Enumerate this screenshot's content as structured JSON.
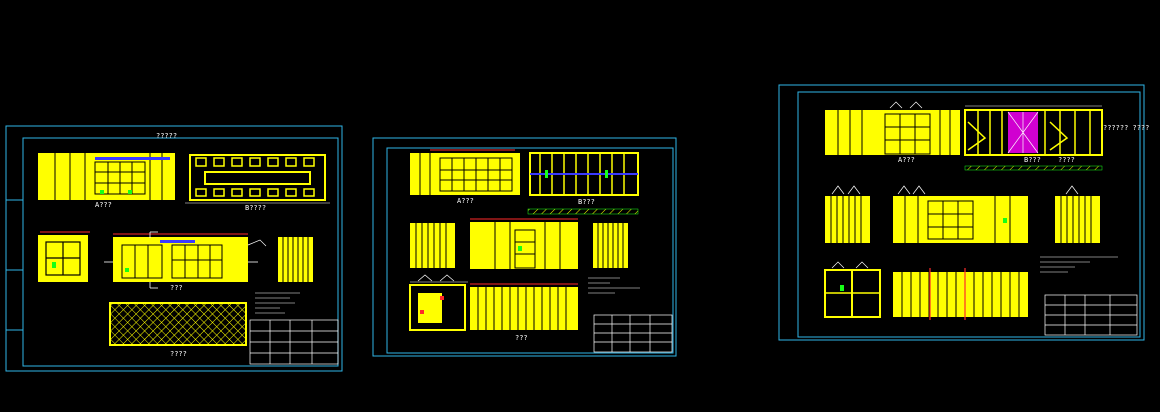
{
  "colors": {
    "background": "#000000",
    "frame": "#2fb6e8",
    "container": "#ffff00",
    "door_blue": "#3a3aff",
    "dimension_red": "#ff2a2a",
    "green": "#16ff16",
    "magenta": "#d000d0",
    "white": "#ffffff"
  },
  "sheets": [
    {
      "id": "sheet-1",
      "labels": {
        "top_note": "?????",
        "view_a": "A???",
        "view_b": "B????",
        "view_section": "???",
        "view_floor": "????"
      }
    },
    {
      "id": "sheet-2",
      "labels": {
        "view_a": "A???",
        "view_b": "B???",
        "view_section": "???"
      }
    },
    {
      "id": "sheet-3",
      "labels": {
        "top_note": "?????? ????",
        "view_a": "A???",
        "view_b": "B???",
        "view_b2": "????"
      }
    }
  ]
}
